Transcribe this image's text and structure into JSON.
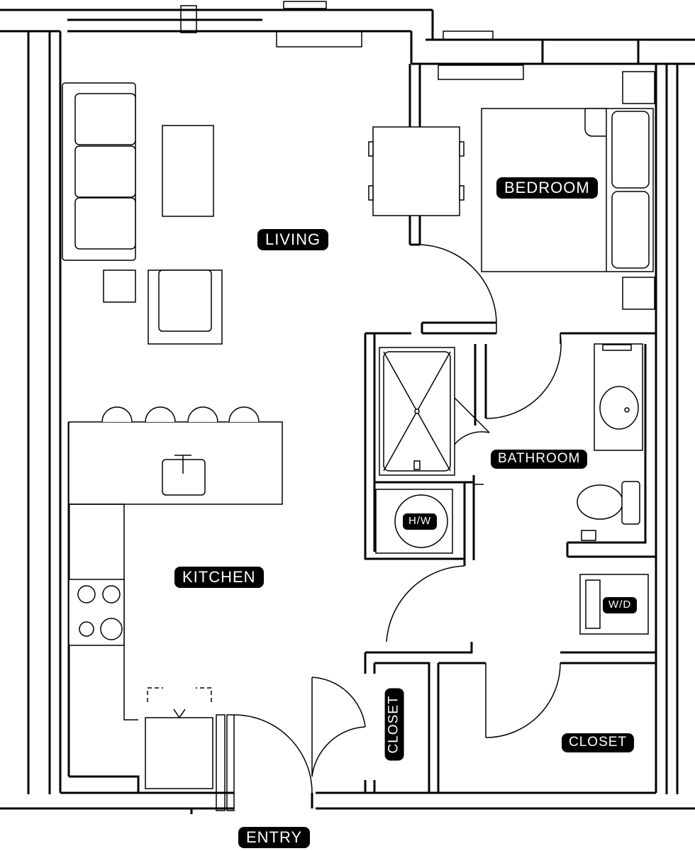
{
  "rooms": {
    "living": "LIVING",
    "bedroom": "BEDROOM",
    "bathroom": "BATHROOM",
    "kitchen": "KITCHEN",
    "water_heater": "H/W",
    "washer_dryer": "W/D",
    "closet_small": "CLOSET",
    "closet_large": "CLOSET",
    "entry": "ENTRY"
  }
}
